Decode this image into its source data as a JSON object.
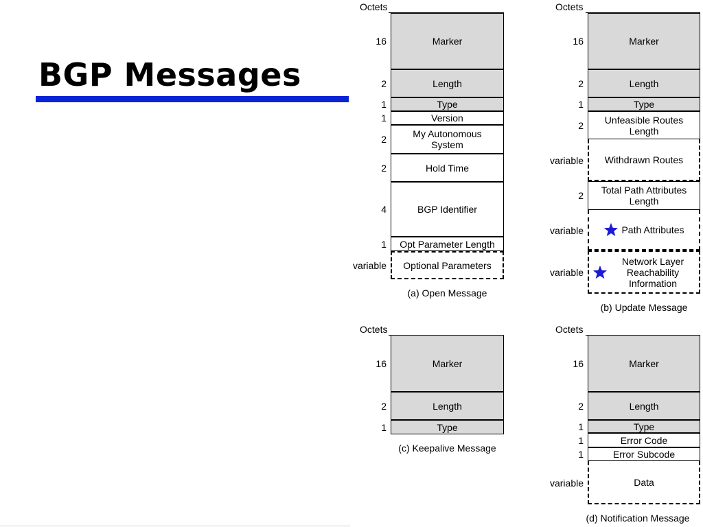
{
  "title": "BGP Messages",
  "octets_label": "Octets",
  "colors": {
    "title_rule": "#0a23d6",
    "shaded": "#d9d9d9",
    "star": "#1a1ad6"
  },
  "open": {
    "caption": "(a) Open Message",
    "fields": [
      {
        "size": "16",
        "label": "Marker"
      },
      {
        "size": "2",
        "label": "Length"
      },
      {
        "size": "1",
        "label": "Type"
      },
      {
        "size": "1",
        "label": "Version"
      },
      {
        "size": "2",
        "label": "My Autonomous System"
      },
      {
        "size": "2",
        "label": "Hold Time"
      },
      {
        "size": "4",
        "label": "BGP Identifier"
      },
      {
        "size": "1",
        "label": "Opt Parameter Length"
      },
      {
        "size": "variable",
        "label": "Optional Parameters"
      }
    ]
  },
  "update": {
    "caption": "(b) Update Message",
    "fields": [
      {
        "size": "16",
        "label": "Marker"
      },
      {
        "size": "2",
        "label": "Length"
      },
      {
        "size": "1",
        "label": "Type"
      },
      {
        "size": "2",
        "label": "Unfeasible Routes Length"
      },
      {
        "size": "variable",
        "label": "Withdrawn Routes"
      },
      {
        "size": "2",
        "label": "Total Path Attributes Length"
      },
      {
        "size": "variable",
        "label": "Path Attributes",
        "icon": "star-icon"
      },
      {
        "size": "variable",
        "label": "Network Layer Reachability Information",
        "icon": "star-icon"
      }
    ]
  },
  "keepalive": {
    "caption": "(c) Keepalive Message",
    "fields": [
      {
        "size": "16",
        "label": "Marker"
      },
      {
        "size": "2",
        "label": "Length"
      },
      {
        "size": "1",
        "label": "Type"
      }
    ]
  },
  "notification": {
    "caption": "(d) Notification Message",
    "fields": [
      {
        "size": "16",
        "label": "Marker"
      },
      {
        "size": "2",
        "label": "Length"
      },
      {
        "size": "1",
        "label": "Type"
      },
      {
        "size": "1",
        "label": "Error Code"
      },
      {
        "size": "1",
        "label": "Error Subcode"
      },
      {
        "size": "variable",
        "label": "Data"
      }
    ]
  }
}
